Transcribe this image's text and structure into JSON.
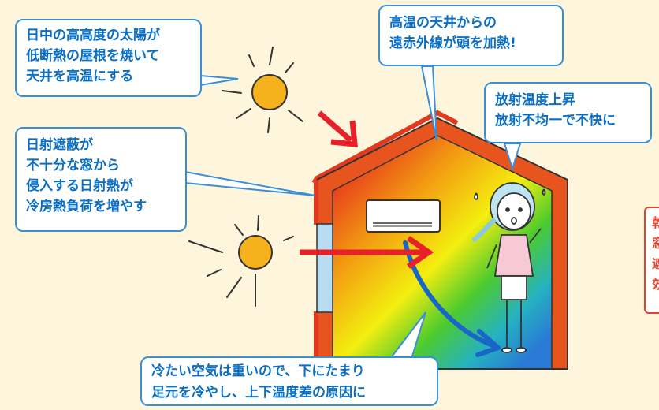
{
  "callouts": {
    "sun_top": [
      "日中の高高度の太陽が",
      "低断熱の屋根を焼いて",
      "天井を高温にする"
    ],
    "ceiling": [
      "高温の天井からの",
      "遠赤外線が頭を加熱!"
    ],
    "radiation": [
      "放射温度上昇",
      "放射不均一で不快に"
    ],
    "window": [
      "日射遮蔽が",
      "不十分な窓から",
      "侵入する日射熱が",
      "冷房熱負荷を増やす"
    ],
    "cold_air": [
      "冷たい空気は重いので、下にたまり",
      "足元を冷やし、上下温度差の原因に"
    ]
  },
  "side_note": [
    "乾",
    "窓",
    "遮",
    "効"
  ],
  "colors": {
    "background": "#fdf6dc",
    "callout_border": "#3a8fd4",
    "callout_text": "#0a6fc4",
    "arrow_red": "#e8202a",
    "arrow_blue": "#1a66c8",
    "roof_red": "#e23a1e",
    "sun_fill": "#f6b21c"
  },
  "icons": [
    "sun-icon",
    "air-conditioner-icon",
    "person-icon",
    "heat-arrow-icon",
    "cold-air-arrow-icon"
  ]
}
